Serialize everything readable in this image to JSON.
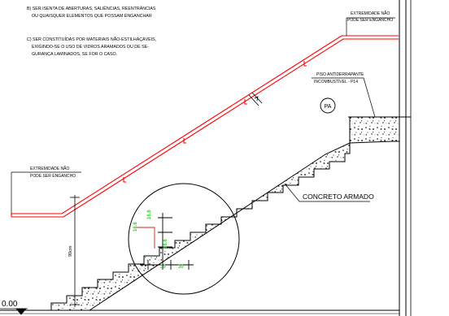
{
  "notes": {
    "b_line1": "B) SER ISENTA DE ABERTURAS, SALIÊNCIAS, REENTRÂNCIAS",
    "b_line2": "OU QUAISQUER ELEMENTOS QUE POSSAM ENGANCHAR",
    "c_line1": "C) SER CONSTITUÍDAS POR MATERIAIS NÃO-ESTILHAÇÁVEIS,",
    "c_line2": "EXIGINDO-SE O USO DE VIDROS ARAMADOS OU DE SE-",
    "c_line3": "GURANÇA LAMINADOS, SE FOR O CASO."
  },
  "labels": {
    "extremity_top_1": "EXTREMIDADE NÃO",
    "extremity_top_2": "PODE SER ENGANCHO",
    "extremity_left_1": "EXTREMIDADE NÃO",
    "extremity_left_2": "PODE SER ENGANCHO",
    "floor_1": "PISO ANTIDERRAPANTE",
    "floor_2": "INCOMBUSTÍVEL - P14",
    "pa_tag": "PA",
    "concrete": "CONCRETO ARMADO",
    "level": "0.00",
    "height_dim": "90cm"
  },
  "dimensions": {
    "riser_1": "16.6",
    "riser_2": "16.6",
    "riser_3": "16.6",
    "tread_1": "30",
    "tread_2": "30"
  },
  "colors": {
    "handrail": "#ff0000",
    "dimension_green": "#33cc33",
    "dimension_red": "#cc2222",
    "lines": "#000000"
  }
}
